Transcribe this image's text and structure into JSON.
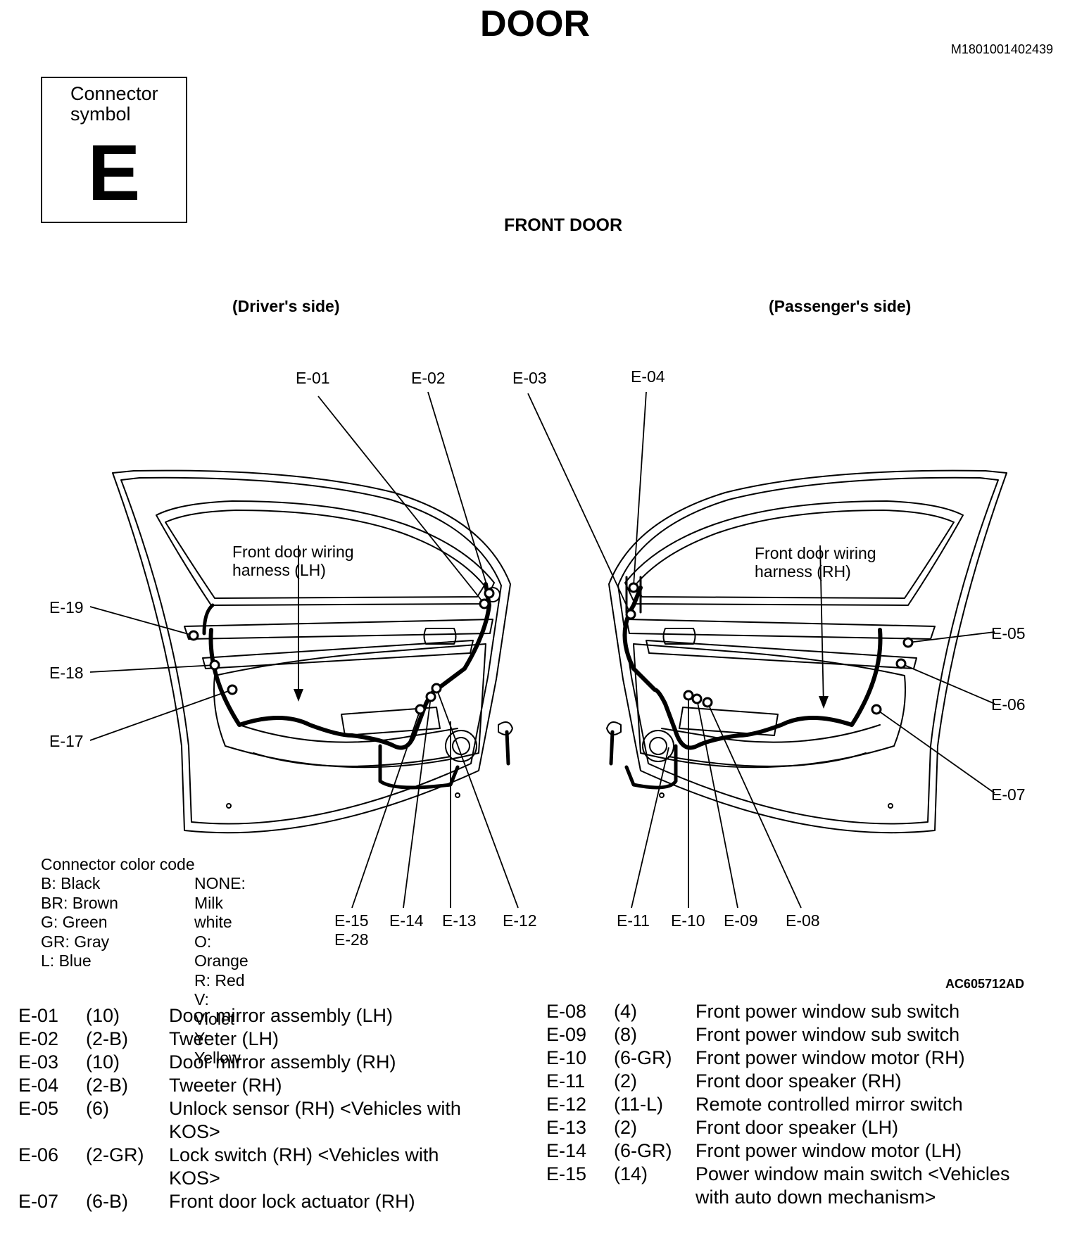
{
  "page": {
    "title": "DOOR",
    "doc_id": "M1801001402439",
    "connector_symbol_label": "Connector symbol",
    "connector_symbol": "E",
    "subtitle": "FRONT DOOR",
    "driver_side": "(Driver's side)",
    "passenger_side": "(Passenger's side)",
    "figure_id": "AC605712AD"
  },
  "harness_labels": {
    "lh_line1": "Front door wiring",
    "lh_line2": "harness (LH)",
    "rh_line1": "Front door wiring",
    "rh_line2": "harness (RH)"
  },
  "callouts": [
    "E-01",
    "E-02",
    "E-03",
    "E-04",
    "E-05",
    "E-06",
    "E-07",
    "E-08",
    "E-09",
    "E-10",
    "E-11",
    "E-12",
    "E-13",
    "E-14",
    "E-15",
    "E-28",
    "E-17",
    "E-18",
    "E-19"
  ],
  "color_code": {
    "title": "Connector color code",
    "left": [
      "B: Black",
      "BR: Brown",
      "G: Green",
      "GR: Gray",
      "L: Blue"
    ],
    "right": [
      "NONE: Milk white",
      "O: Orange",
      "R: Red",
      "V: Violet",
      "Y: Yellow"
    ]
  },
  "legend_left": [
    {
      "code": "E-01",
      "qty": "(10)",
      "desc": "Door mirror assembly (LH)"
    },
    {
      "code": "E-02",
      "qty": "(2-B)",
      "desc": "Tweeter (LH)"
    },
    {
      "code": "E-03",
      "qty": "(10)",
      "desc": "Door mirror assembly (RH)"
    },
    {
      "code": "E-04",
      "qty": "(2-B)",
      "desc": "Tweeter (RH)"
    },
    {
      "code": "E-05",
      "qty": "(6)",
      "desc": "Unlock sensor (RH) <Vehicles with KOS>"
    },
    {
      "code": "E-06",
      "qty": "(2-GR)",
      "desc": "Lock switch (RH) <Vehicles with KOS>"
    },
    {
      "code": "E-07",
      "qty": "(6-B)",
      "desc": "Front door lock actuator (RH)"
    }
  ],
  "legend_right": [
    {
      "code": "E-08",
      "qty": "(4)",
      "desc": "Front power window sub switch"
    },
    {
      "code": "E-09",
      "qty": "(8)",
      "desc": "Front power window sub switch"
    },
    {
      "code": "E-10",
      "qty": "(6-GR)",
      "desc": "Front power window motor (RH)"
    },
    {
      "code": "E-11",
      "qty": "(2)",
      "desc": "Front door speaker (RH)"
    },
    {
      "code": "E-12",
      "qty": "(11-L)",
      "desc": "Remote controlled mirror switch"
    },
    {
      "code": "E-13",
      "qty": "(2)",
      "desc": "Front door speaker (LH)"
    },
    {
      "code": "E-14",
      "qty": "(6-GR)",
      "desc": "Front power window motor (LH)"
    },
    {
      "code": "E-15",
      "qty": "(14)",
      "desc": "Power window main switch <Vehicles with auto down mechanism>"
    }
  ]
}
